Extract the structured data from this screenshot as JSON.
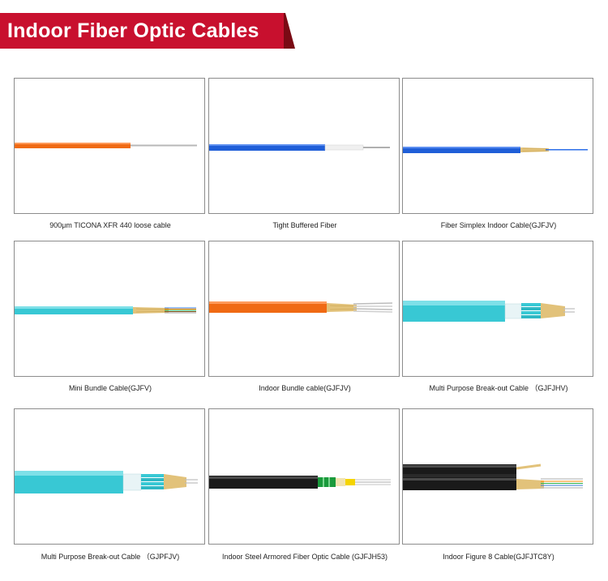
{
  "header": {
    "title": "Indoor Fiber Optic Cables"
  },
  "products": [
    {
      "caption": "900μm TICONA XFR 440 loose cable"
    },
    {
      "caption": "Tight Buffered Fiber"
    },
    {
      "caption": "Fiber Simplex Indoor Cable(GJFJV)"
    },
    {
      "caption": "Mini Bundle Cable(GJFV)"
    },
    {
      "caption": "Indoor Bundle cable(GJFJV)"
    },
    {
      "caption": "Multi Purpose Break-out Cable （GJFJHV)"
    },
    {
      "caption": "Multi Purpose Break-out Cable （GJPFJV)"
    },
    {
      "caption": "Indoor Steel Armored Fiber Optic Cable (GJFJH53)"
    },
    {
      "caption": "Indoor Figure 8 Cable(GJFJTC8Y)"
    }
  ],
  "colors": {
    "banner_red": "#c8102e",
    "orange_jacket": "#f06a14",
    "blue_jacket": "#1f5ed8",
    "aqua_jacket": "#38c8d4",
    "black_jacket": "#1a1a1a",
    "aramid_yarn": "#e2c27a"
  }
}
